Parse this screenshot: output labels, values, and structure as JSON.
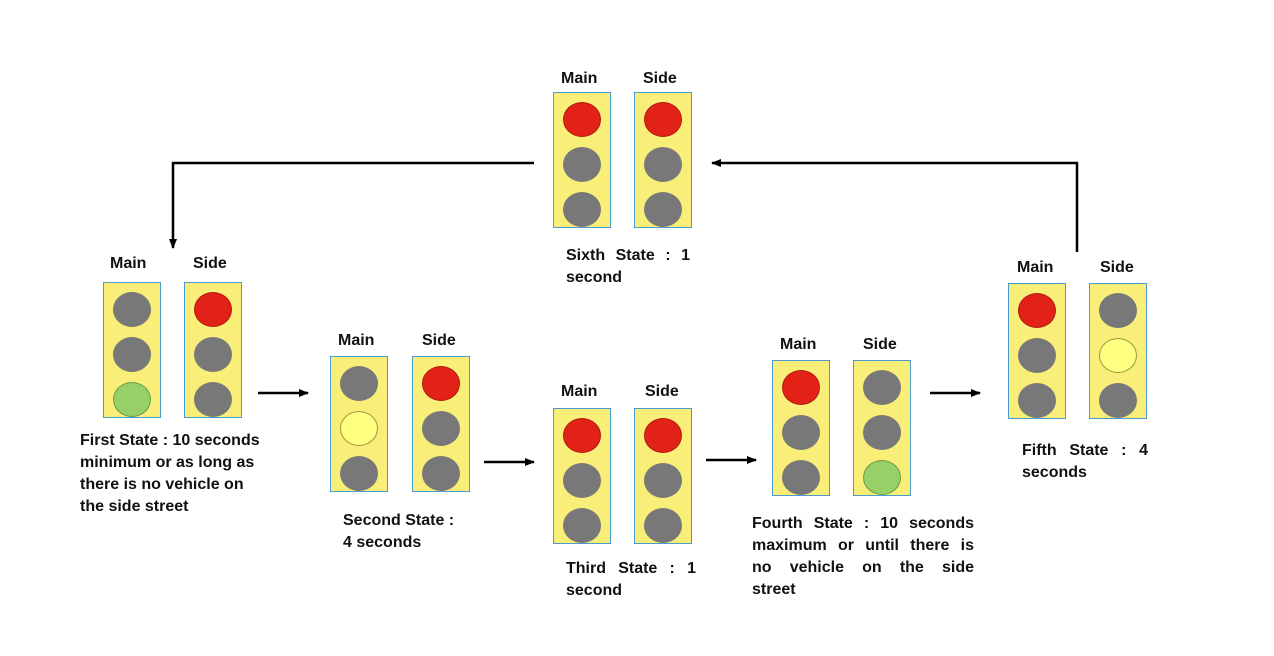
{
  "colors": {
    "housing": "#f8ee78",
    "housing_border": "#4a9bd0",
    "off": "#787878",
    "red": "#e22216",
    "yellow": "#ffff80",
    "green": "#98d068",
    "arrow": "#000000"
  },
  "states": [
    {
      "name": "first-state",
      "heads": [
        "Main",
        "Side"
      ],
      "main": [
        "off",
        "off",
        "green"
      ],
      "side": [
        "red",
        "off",
        "off"
      ],
      "caption": [
        "First State : 10 seconds",
        "minimum or as long as",
        "there is no vehicle on",
        "the side street"
      ]
    },
    {
      "name": "second-state",
      "heads": [
        "Main",
        "Side"
      ],
      "main": [
        "off",
        "yellow",
        "off"
      ],
      "side": [
        "red",
        "off",
        "off"
      ],
      "caption": [
        "Second State :",
        "4 seconds"
      ]
    },
    {
      "name": "third-state",
      "heads": [
        "Main",
        "Side"
      ],
      "main": [
        "red",
        "off",
        "off"
      ],
      "side": [
        "red",
        "off",
        "off"
      ],
      "caption": [
        "Third State : 1",
        "second"
      ]
    },
    {
      "name": "fourth-state",
      "heads": [
        "Main",
        "Side"
      ],
      "main": [
        "red",
        "off",
        "off"
      ],
      "side": [
        "off",
        "off",
        "green"
      ],
      "caption": [
        "Fourth State : 10 seconds",
        "maximum or until there is",
        "no vehicle on the side",
        "street"
      ]
    },
    {
      "name": "fifth-state",
      "heads": [
        "Main",
        "Side"
      ],
      "main": [
        "red",
        "off",
        "off"
      ],
      "side": [
        "off",
        "yellow",
        "off"
      ],
      "caption": [
        "Fifth State : 4",
        "seconds"
      ]
    },
    {
      "name": "sixth-state",
      "heads": [
        "Main",
        "Side"
      ],
      "main": [
        "red",
        "off",
        "off"
      ],
      "side": [
        "red",
        "off",
        "off"
      ],
      "caption": [
        "Sixth State : 1",
        "second"
      ]
    }
  ]
}
